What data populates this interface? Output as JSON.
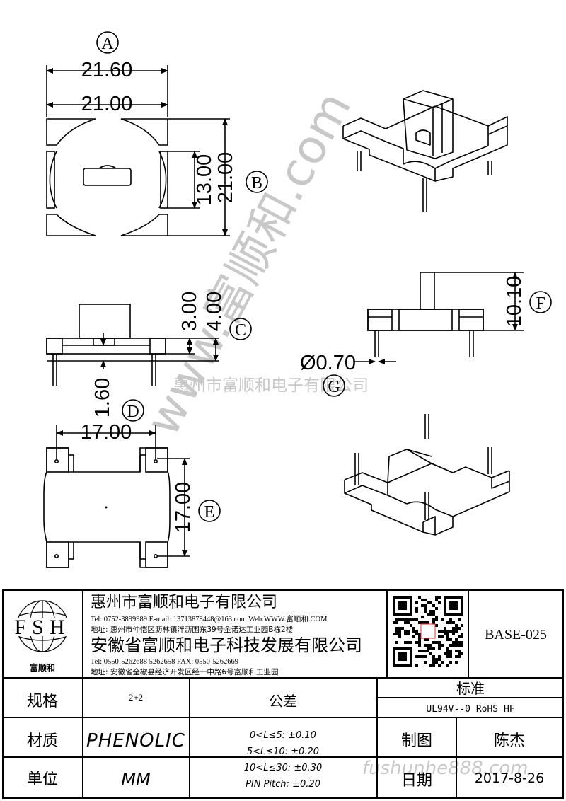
{
  "dimensions": {
    "A": {
      "label": "A",
      "width_outer": "21.60",
      "width_inner": "21.00",
      "height_inner": "13.00",
      "height_outer": "21.00",
      "side_label": "B"
    },
    "C": {
      "label": "C",
      "d1": "3.00",
      "d2": "4.00",
      "d3": "1.60"
    },
    "D": {
      "label": "D",
      "w": "17.00",
      "h": "17.00",
      "side_label": "E"
    },
    "F": {
      "label": "F",
      "h": "10.10"
    },
    "G": {
      "label": "G",
      "pin": "Ø0.70"
    }
  },
  "watermarks": {
    "diagonal": "www.富顺和.com",
    "company": "惠州市富顺和电子有限公司",
    "url": "fushunhe888.com"
  },
  "title_block": {
    "logo_text": "FSH",
    "logo_sub": "富顺和",
    "company1": "惠州市富顺和电子有限公司",
    "contact1": "Tel:   0752-3899989   E-mail: 13713878448@163.com   Web:WWW.富顺和.COM",
    "address1": "地址: 惠州市仲恺区沥林镇泮沥围东39号金诺达工业园B栋2楼",
    "company2": "安徽省富顺和电子科技发展有限公司",
    "contact2": "Tel:   0550-5262688   5262658        FAX:  0550-5262669",
    "address2": "地址: 安徽省全椒县经济开发区经一中路6号富顺和工业园",
    "part_no": "BASE-025",
    "spec_label": "规格",
    "spec_value": "2+2",
    "tolerance_label": "公差",
    "standard_label": "标准",
    "standard_value": "UL94V--0   RoHS HF",
    "material_label": "材质",
    "material_value": "PHENOLIC",
    "tolerances": [
      "0<L≤5: ±0.10",
      "5<L≤10: ±0.20",
      "10<L≤30: ±0.30",
      "PIN Pitch: ±0.20"
    ],
    "drawn_label": "制图",
    "drawn_value": "陈杰",
    "unit_label": "单位",
    "unit_value": "MM",
    "date_label": "日期",
    "date_value": "2017-8-26"
  }
}
